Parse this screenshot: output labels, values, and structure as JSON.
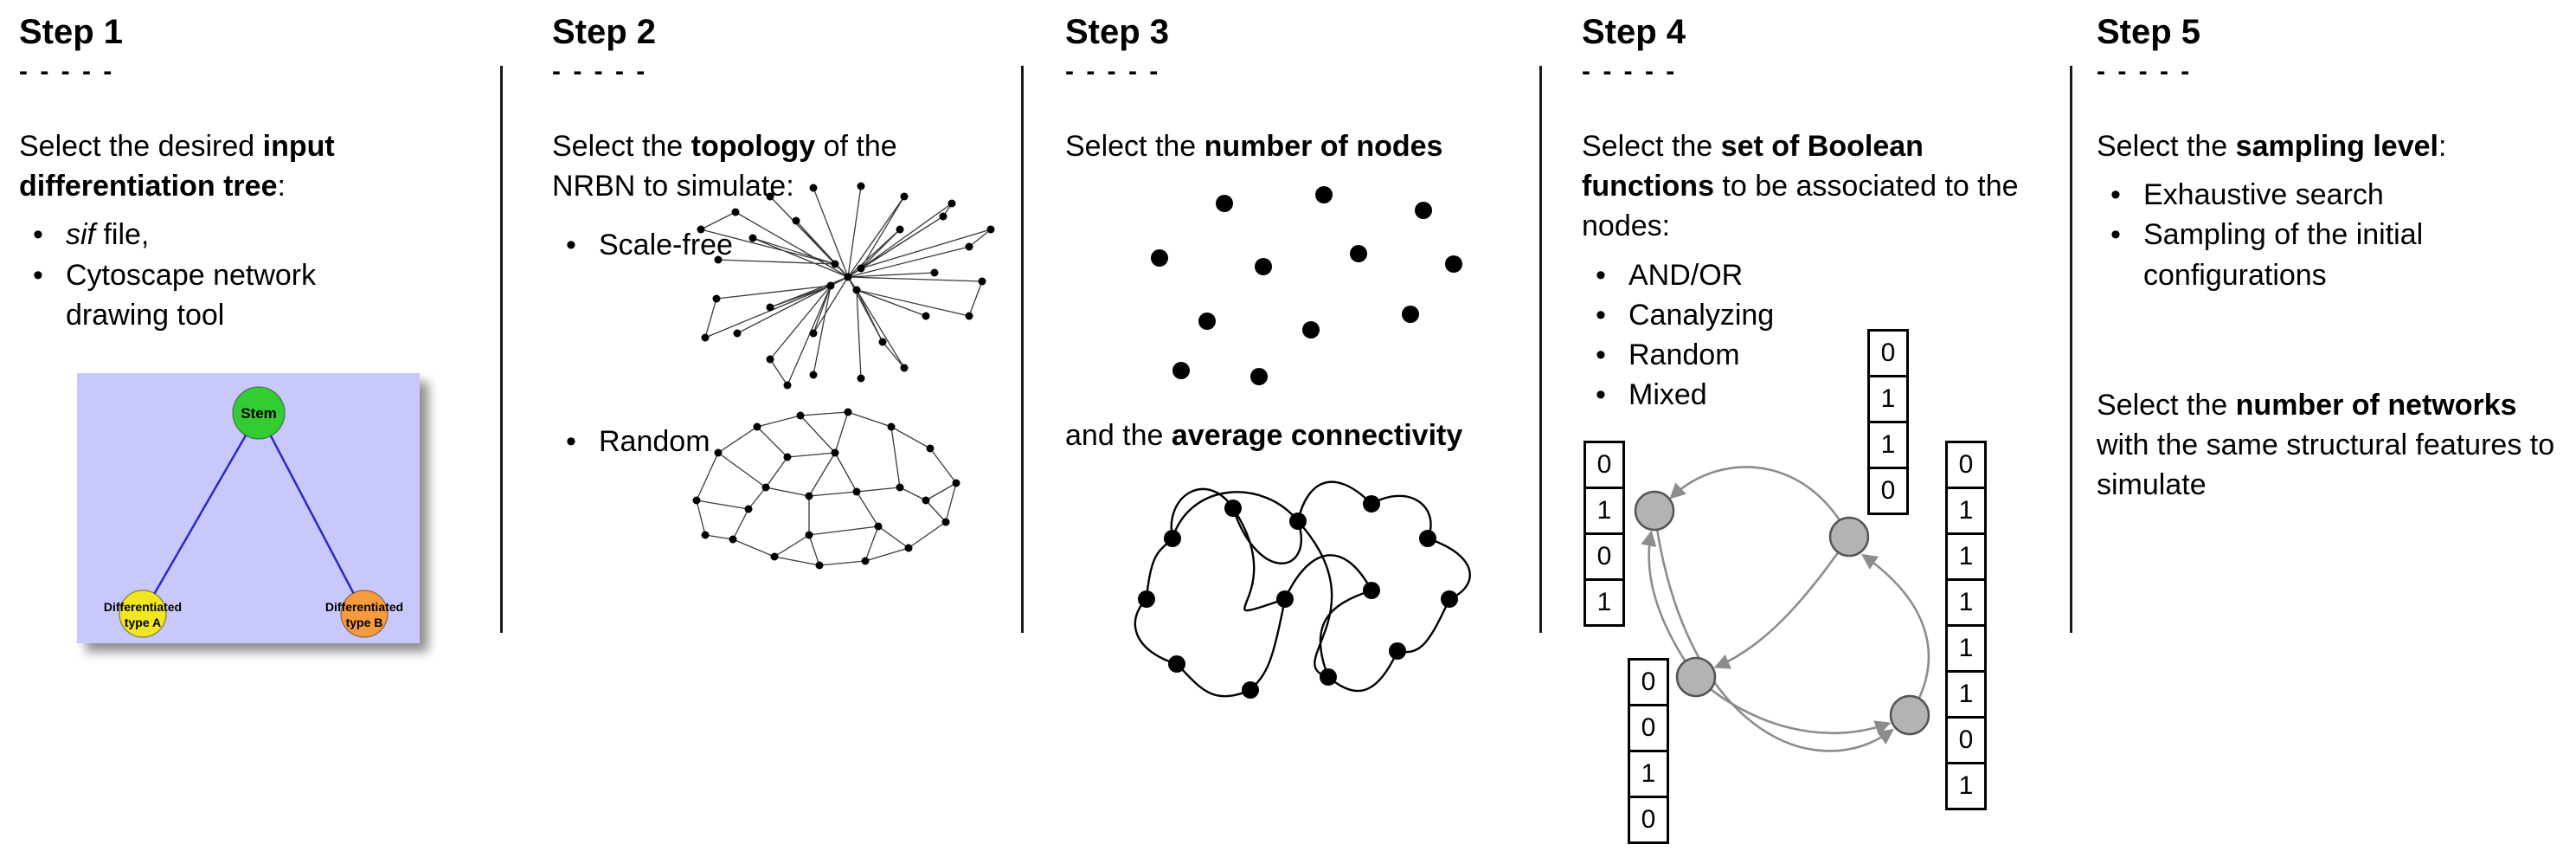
{
  "page": {
    "background": "#ffffff"
  },
  "steps": [
    {
      "title": "Step 1",
      "dashes": "- - - - -",
      "intro": {
        "pre": "Select the desired ",
        "bold": "input differentiation tree",
        "post": ":"
      },
      "bullets": [
        {
          "italic": "sif",
          "post": " file,"
        },
        {
          "text": "Cytoscape network drawing tool"
        }
      ],
      "tree": {
        "stem_label": "Stem",
        "type_a_line1": "Differentiated",
        "type_a_line2": "type A",
        "type_b_line1": "Differentiated",
        "type_b_line2": "type B",
        "colors": {
          "background": "#c8c8fa",
          "stem": "#33cc33",
          "type_a": "#f2e71e",
          "type_b": "#f79b3c",
          "edge": "#2929c8"
        }
      }
    },
    {
      "title": "Step 2",
      "dashes": "- - - - -",
      "intro": {
        "pre": "Select the ",
        "bold": "topology",
        "post": " of the NRBN to simulate:"
      },
      "bullets": [
        {
          "text": "Scale-free"
        },
        {
          "text": "Random"
        }
      ]
    },
    {
      "title": "Step 3",
      "dashes": "- - - - -",
      "intro": {
        "pre": "Select the ",
        "bold": "number of nodes",
        "post": ""
      },
      "line2": {
        "pre": "and the ",
        "bold": "average connectivity",
        "post": ""
      }
    },
    {
      "title": "Step 4",
      "dashes": "- - - - -",
      "intro": {
        "pre": "Select the ",
        "bold": "set of Boolean functions",
        "post": " to be associated to the nodes:"
      },
      "bullets": [
        {
          "text": "AND/OR"
        },
        {
          "text": "Canalyzing"
        },
        {
          "text": "Random"
        },
        {
          "text": "Mixed"
        }
      ],
      "diagram": {
        "node_color": "#b3b3b3",
        "tables": {
          "top": [
            "0",
            "1",
            "1",
            "0"
          ],
          "left": [
            "0",
            "1",
            "0",
            "1"
          ],
          "bottom_left": [
            "0",
            "0",
            "1",
            "0"
          ],
          "right": [
            "0",
            "1",
            "1",
            "1",
            "1",
            "1",
            "0",
            "1"
          ]
        }
      }
    },
    {
      "title": "Step 5",
      "dashes": "- - - - -",
      "intro": {
        "pre": "Select the ",
        "bold": "sampling level",
        "post": ":"
      },
      "bullets": [
        {
          "text": "Exhaustive search"
        },
        {
          "text": "Sampling of the initial configurations"
        }
      ],
      "paragraph2": {
        "pre": "Select the ",
        "bold": "number of networks",
        "post": " with the same structural features to simulate"
      }
    }
  ]
}
